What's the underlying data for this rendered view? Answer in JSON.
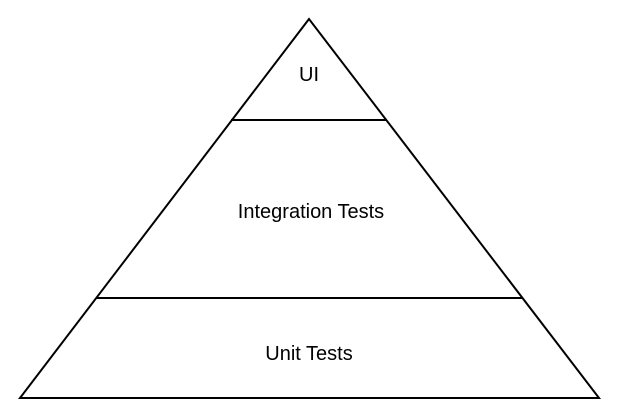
{
  "pyramid": {
    "tiers": [
      {
        "label": "UI"
      },
      {
        "label": "Integration Tests"
      },
      {
        "label": "Unit Tests"
      }
    ],
    "stroke_color": "#000000",
    "fill_color": "#ffffff"
  }
}
